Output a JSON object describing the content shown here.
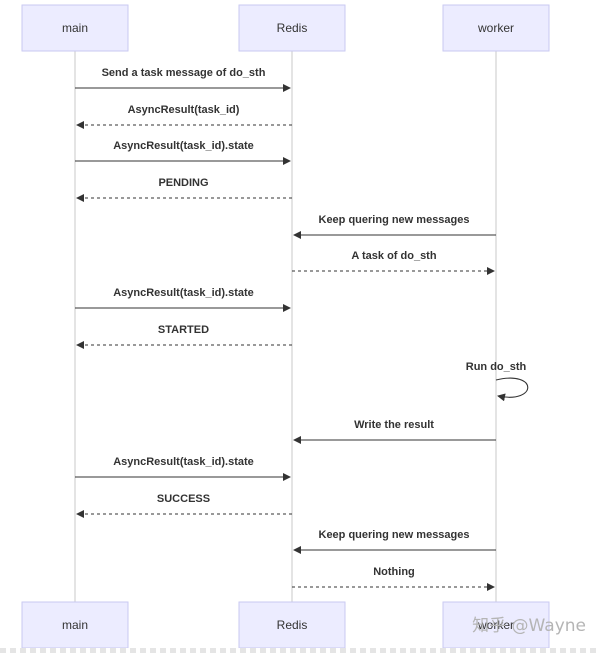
{
  "participants": [
    {
      "id": "main",
      "label": "main"
    },
    {
      "id": "redis",
      "label": "Redis"
    },
    {
      "id": "worker",
      "label": "worker"
    }
  ],
  "messages": [
    {
      "from": "main",
      "to": "redis",
      "label": "Send a task message of do_sth",
      "style": "solid"
    },
    {
      "from": "redis",
      "to": "main",
      "label": "AsyncResult(task_id)",
      "style": "dashed"
    },
    {
      "from": "main",
      "to": "redis",
      "label": "AsyncResult(task_id).state",
      "style": "solid"
    },
    {
      "from": "redis",
      "to": "main",
      "label": "PENDING",
      "style": "dashed"
    },
    {
      "from": "worker",
      "to": "redis",
      "label": "Keep quering new messages",
      "style": "solid"
    },
    {
      "from": "redis",
      "to": "worker",
      "label": "A task of do_sth",
      "style": "dashed"
    },
    {
      "from": "main",
      "to": "redis",
      "label": "AsyncResult(task_id).state",
      "style": "solid"
    },
    {
      "from": "redis",
      "to": "main",
      "label": "STARTED",
      "style": "dashed"
    },
    {
      "from": "worker",
      "to": "worker",
      "label": "Run do_sth",
      "style": "solid"
    },
    {
      "from": "worker",
      "to": "redis",
      "label": "Write the result",
      "style": "solid"
    },
    {
      "from": "main",
      "to": "redis",
      "label": "AsyncResult(task_id).state",
      "style": "solid"
    },
    {
      "from": "redis",
      "to": "main",
      "label": "SUCCESS",
      "style": "dashed"
    },
    {
      "from": "worker",
      "to": "redis",
      "label": "Keep quering new messages",
      "style": "solid"
    },
    {
      "from": "redis",
      "to": "worker",
      "label": "Nothing",
      "style": "dashed"
    }
  ],
  "watermark": "知乎 @Wayne",
  "colors": {
    "actor_fill": "#ececff",
    "actor_border": "#c9c9f2",
    "lifeline": "#c8c8c8",
    "message": "#333333"
  }
}
